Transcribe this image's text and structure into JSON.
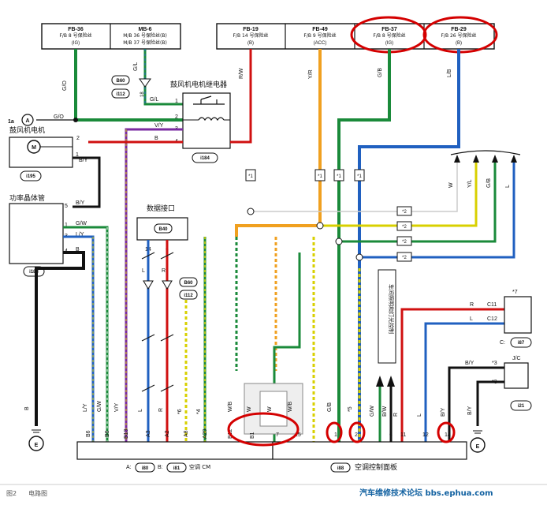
{
  "fuses": [
    {
      "id": "FB-36",
      "desc": "F/B 8 号保险丝",
      "state": "(IG)"
    },
    {
      "id": "MB-6",
      "desc": "M/B 36 号保险丝(B)",
      "desc2": "M/B 37 号保险丝(B)"
    },
    {
      "id": "FB-19",
      "desc": "F/B 14 号保险丝",
      "state": "(B)"
    },
    {
      "id": "FB-49",
      "desc": "F/B 9 号保险丝",
      "state": "(ACC)"
    },
    {
      "id": "FB-37",
      "desc": "F/B 8 号保险丝",
      "state": "(IG)"
    },
    {
      "id": "FB-29",
      "desc": "F/B 26 号保险丝",
      "state": "(B)"
    }
  ],
  "components": {
    "relay": "鼓风机电机继电器",
    "motor": "鼓风机电机",
    "transistor": "功率晶体管",
    "dlc": "数据接口",
    "panel": "空调控制面板",
    "panel_side": "车间照明和灯光控制"
  },
  "connectors": {
    "b60": "B60",
    "i112": "i112",
    "i184": "i184",
    "i195": "i195",
    "i183": "i183",
    "b40": "B40",
    "i87": "i87",
    "i21": "i21",
    "jc": "J/C",
    "cc": "C:",
    "a_i80": "A:",
    "i80": "i80",
    "b_i81": "B:",
    "i81": "i81",
    "cm": "空调 CM",
    "i88": "i88",
    "label_1a": "1a",
    "a_circle": "A",
    "e": "E",
    "m": "M",
    "c11": "C11",
    "c12": "C12",
    "star7": "*7"
  },
  "wires": {
    "go": "G/O",
    "gl": "G/L",
    "vy": "V/Y",
    "b": "B",
    "by": "B/Y",
    "gw": "G/W",
    "ly": "L/Y",
    "rw": "R/W",
    "yr": "Y/R",
    "gb": "G/B",
    "lb": "L/B",
    "w": "W",
    "yl": "Y/L",
    "l": "L",
    "r": "R",
    "wb": "W/B",
    "bw": "B/W"
  },
  "stars": {
    "s1": "*1",
    "s2": "*2",
    "s3": "*3",
    "s4": "*4",
    "s5": "*5",
    "s6": "*6"
  },
  "pins": {
    "p1": "1",
    "p2": "2",
    "p3": "3",
    "p4": "4",
    "p5": "5",
    "p6": "6",
    "p7": "7",
    "p11": "11",
    "p12": "12",
    "p14": "14",
    "p15": "15",
    "b6": "B6",
    "b13": "B13",
    "a3": "A3",
    "a2": "A2",
    "a8": "A8",
    "a20": "A20",
    "b12": "B12",
    "b1": "B1"
  },
  "caption": {
    "fig": "图2",
    "title": "电路图",
    "forum": "汽车维修技术论坛 bbs.ephua.com"
  },
  "colors": {
    "green": "#1a8a3a",
    "red": "#d01010",
    "orange": "#f0a020",
    "blue": "#2060c0",
    "yellow": "#d8d000",
    "black": "#111111",
    "violet": "#7a2aa0",
    "ring": "#d40000"
  }
}
